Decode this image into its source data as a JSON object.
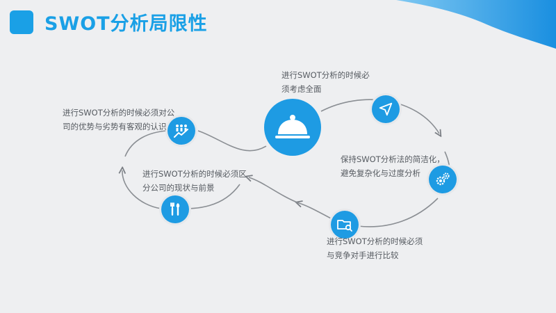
{
  "slide": {
    "title": "SWOT分析局限性",
    "accent_color": "#1aa0e6"
  },
  "points": [
    {
      "line1": "进行SWOT分析的时候必",
      "line2": "须考虑全面",
      "icon": "dish-cover-icon"
    },
    {
      "line1": "进行SWOT分析的时候必须对公",
      "line2": "司的优势与劣势有客观的认识",
      "icon": "growth-chart-icon"
    },
    {
      "line1": "进行SWOT分析的时候必须区",
      "line2": "分公司的现状与前景",
      "icon": "tools-icon"
    },
    {
      "line1": "保持SWOT分析法的简洁化，",
      "line2": "避免复杂化与过度分析",
      "icon": "gears-icon"
    },
    {
      "line1": "进行SWOT分析的时候必须",
      "line2": "与竞争对手进行比较",
      "icon": "folder-search-icon"
    }
  ],
  "extra_icons": [
    "send-icon"
  ]
}
